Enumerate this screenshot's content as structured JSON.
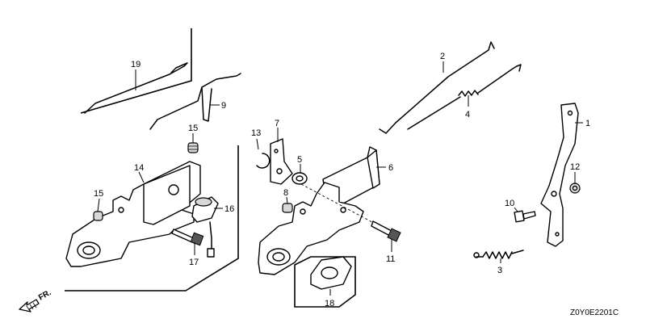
{
  "callouts": {
    "c1": "1",
    "c2": "2",
    "c3": "3",
    "c4": "4",
    "c5": "5",
    "c6": "6",
    "c7": "7",
    "c8": "8",
    "c9": "9",
    "c10": "10",
    "c11": "11",
    "c12": "12",
    "c13": "13",
    "c14": "14",
    "c15a": "15",
    "c15b": "15",
    "c16": "16",
    "c17": "17",
    "c18": "18",
    "c19": "19"
  },
  "front_indicator": "FR.",
  "diagram_code": "Z0Y0E2201C"
}
